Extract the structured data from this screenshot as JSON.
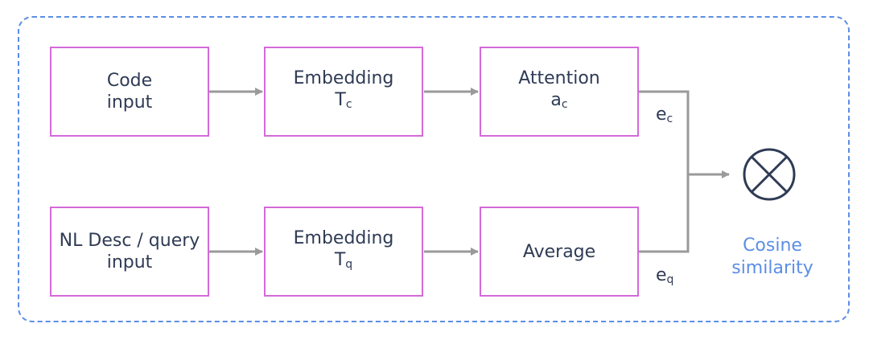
{
  "blocks": {
    "code_input": {
      "line1": "Code",
      "line2": "input"
    },
    "embedding_c": {
      "line1": "Embedding",
      "base": "T",
      "sub": "c"
    },
    "attention": {
      "line1": "Attention",
      "base": "a",
      "sub": "c"
    },
    "nl_input": {
      "line1": "NL Desc / query",
      "line2": "input"
    },
    "embedding_q": {
      "line1": "Embedding",
      "base": "T",
      "sub": "q"
    },
    "average": {
      "line1": "Average"
    }
  },
  "edge_labels": {
    "ec": {
      "base": "e",
      "sub": "c"
    },
    "eq": {
      "base": "e",
      "sub": "q"
    }
  },
  "output": {
    "line1": "Cosine",
    "line2": "similarity",
    "symbol": "otimes-icon"
  },
  "colors": {
    "frame": "#5b8ee6",
    "box_border": "#d46ad8",
    "arrow": "#9a9a9a",
    "text": "#2f3b55",
    "symbol": "#2f3b55",
    "output_label": "#5b8ee6"
  }
}
